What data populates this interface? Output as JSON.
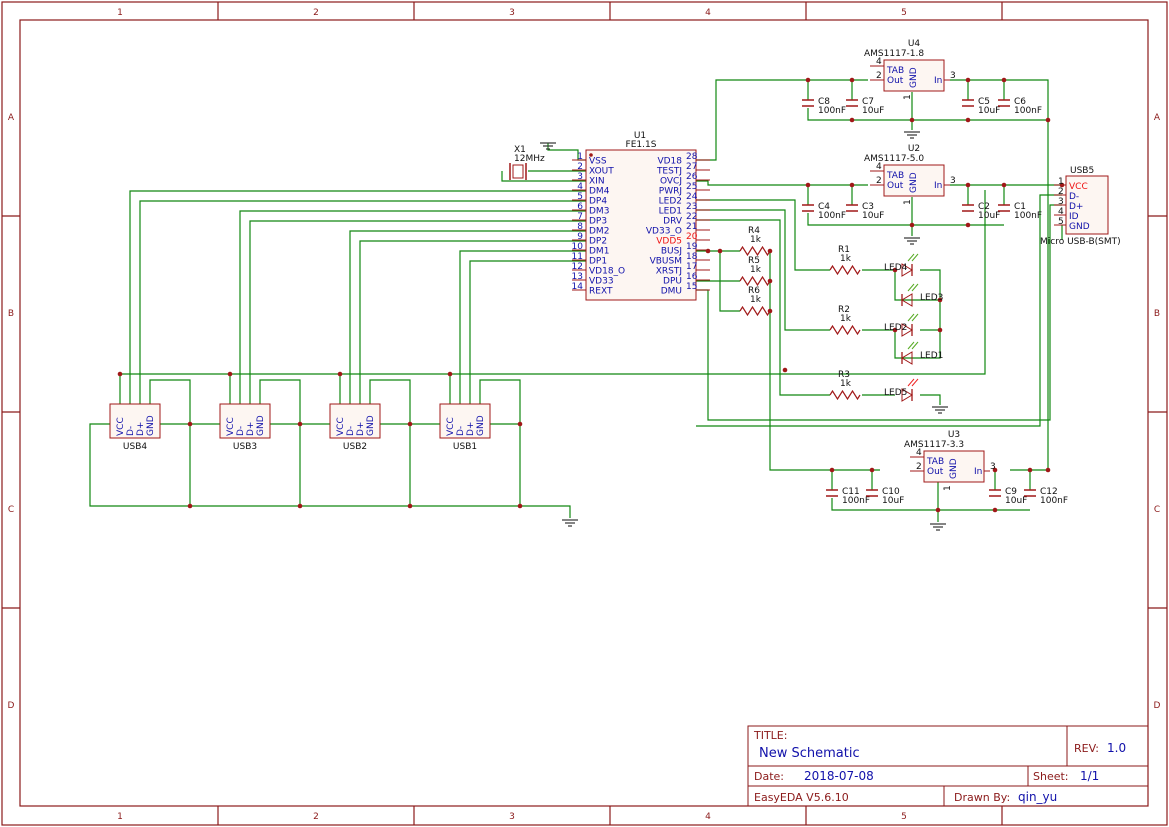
{
  "sheet": {
    "col_labels": [
      "1",
      "2",
      "3",
      "4",
      "5"
    ],
    "row_labels": [
      "A",
      "B",
      "C",
      "D"
    ]
  },
  "colors": {
    "border": "#8b1a1a",
    "wire": "#118811",
    "component": "#a01818",
    "pin_text": "#1111aa",
    "highlight": "#ee1111",
    "body_fill": "#fdf6f2"
  },
  "title_block": {
    "title_label": "TITLE:",
    "title": "New Schematic",
    "rev_label": "REV:",
    "rev": "1.0",
    "date_label": "Date:",
    "date": "2018-07-08",
    "sheet_label": "Sheet:",
    "sheet": "1/1",
    "tool": "EasyEDA V5.6.10",
    "drawn_by_label": "Drawn By:",
    "drawn_by": "qin_yu"
  },
  "u1": {
    "ref": "U1",
    "part": "FE1.1S",
    "left_pins": [
      {
        "num": "1",
        "name": "VSS"
      },
      {
        "num": "2",
        "name": "XOUT"
      },
      {
        "num": "3",
        "name": "XIN"
      },
      {
        "num": "4",
        "name": "DM4"
      },
      {
        "num": "5",
        "name": "DP4"
      },
      {
        "num": "6",
        "name": "DM3"
      },
      {
        "num": "7",
        "name": "DP3"
      },
      {
        "num": "8",
        "name": "DM2"
      },
      {
        "num": "9",
        "name": "DP2"
      },
      {
        "num": "10",
        "name": "DM1"
      },
      {
        "num": "11",
        "name": "DP1"
      },
      {
        "num": "12",
        "name": "VD18_O"
      },
      {
        "num": "13",
        "name": "VD33"
      },
      {
        "num": "14",
        "name": "REXT"
      }
    ],
    "right_pins": [
      {
        "num": "28",
        "name": "VD18"
      },
      {
        "num": "27",
        "name": "TESTJ"
      },
      {
        "num": "26",
        "name": "OVCJ"
      },
      {
        "num": "25",
        "name": "PWRJ"
      },
      {
        "num": "24",
        "name": "LED2"
      },
      {
        "num": "23",
        "name": "LED1"
      },
      {
        "num": "22",
        "name": "DRV"
      },
      {
        "num": "21",
        "name": "VD33_O"
      },
      {
        "num": "20",
        "name": "VDD5",
        "highlight": true
      },
      {
        "num": "19",
        "name": "BUSJ"
      },
      {
        "num": "18",
        "name": "VBUSM"
      },
      {
        "num": "17",
        "name": "XRSTJ"
      },
      {
        "num": "16",
        "name": "DPU"
      },
      {
        "num": "15",
        "name": "DMU"
      }
    ]
  },
  "crystal": {
    "ref": "X1",
    "value": "12MHz"
  },
  "regulators": [
    {
      "id": "u4",
      "ref": "U4",
      "part": "AMS1117-1.8",
      "tab_num": "4",
      "tab": "TAB",
      "out_num": "2",
      "out": "Out",
      "in": "In",
      "in_num": "3",
      "gnd": "GND",
      "gnd_num": "1"
    },
    {
      "id": "u2",
      "ref": "U2",
      "part": "AMS1117-5.0",
      "tab_num": "4",
      "tab": "TAB",
      "out_num": "2",
      "out": "Out",
      "in": "In",
      "in_num": "3",
      "gnd": "GND",
      "gnd_num": "1"
    },
    {
      "id": "u3",
      "ref": "U3",
      "part": "AMS1117-3.3",
      "tab_num": "4",
      "tab": "TAB",
      "out_num": "2",
      "out": "Out",
      "in": "In",
      "in_num": "3",
      "gnd": "GND",
      "gnd_num": "1"
    }
  ],
  "capacitors": [
    {
      "ref": "C8",
      "value": "100nF"
    },
    {
      "ref": "C7",
      "value": "10uF"
    },
    {
      "ref": "C5",
      "value": "10uF"
    },
    {
      "ref": "C6",
      "value": "100nF"
    },
    {
      "ref": "C4",
      "value": "100nF"
    },
    {
      "ref": "C3",
      "value": "10uF"
    },
    {
      "ref": "C2",
      "value": "10uF"
    },
    {
      "ref": "C1",
      "value": "100nF"
    },
    {
      "ref": "C11",
      "value": "100nF"
    },
    {
      "ref": "C10",
      "value": "10uF"
    },
    {
      "ref": "C9",
      "value": "10uF"
    },
    {
      "ref": "C12",
      "value": "100nF"
    }
  ],
  "resistors": [
    {
      "ref": "R4",
      "value": "1k"
    },
    {
      "ref": "R5",
      "value": "1k"
    },
    {
      "ref": "R6",
      "value": "1k"
    },
    {
      "ref": "R1",
      "value": "1k"
    },
    {
      "ref": "R2",
      "value": "1k"
    },
    {
      "ref": "R3",
      "value": "1k"
    }
  ],
  "leds": [
    "LED4",
    "LED3",
    "LED2",
    "LED1",
    "LED5"
  ],
  "usb_ports": [
    {
      "ref": "USB4",
      "pins": [
        "VCC",
        "D-",
        "D+",
        "GND"
      ]
    },
    {
      "ref": "USB3",
      "pins": [
        "VCC",
        "D-",
        "D+",
        "GND"
      ]
    },
    {
      "ref": "USB2",
      "pins": [
        "VCC",
        "D-",
        "D+",
        "GND"
      ]
    },
    {
      "ref": "USB1",
      "pins": [
        "VCC",
        "D-",
        "D+",
        "GND"
      ]
    }
  ],
  "usb5": {
    "ref": "USB5",
    "part": "Micro USB-B(SMT)",
    "pins": [
      {
        "num": "1",
        "name": "VCC",
        "highlight": true
      },
      {
        "num": "2",
        "name": "D-"
      },
      {
        "num": "3",
        "name": "D+"
      },
      {
        "num": "4",
        "name": "ID"
      },
      {
        "num": "5",
        "name": "GND"
      }
    ]
  }
}
